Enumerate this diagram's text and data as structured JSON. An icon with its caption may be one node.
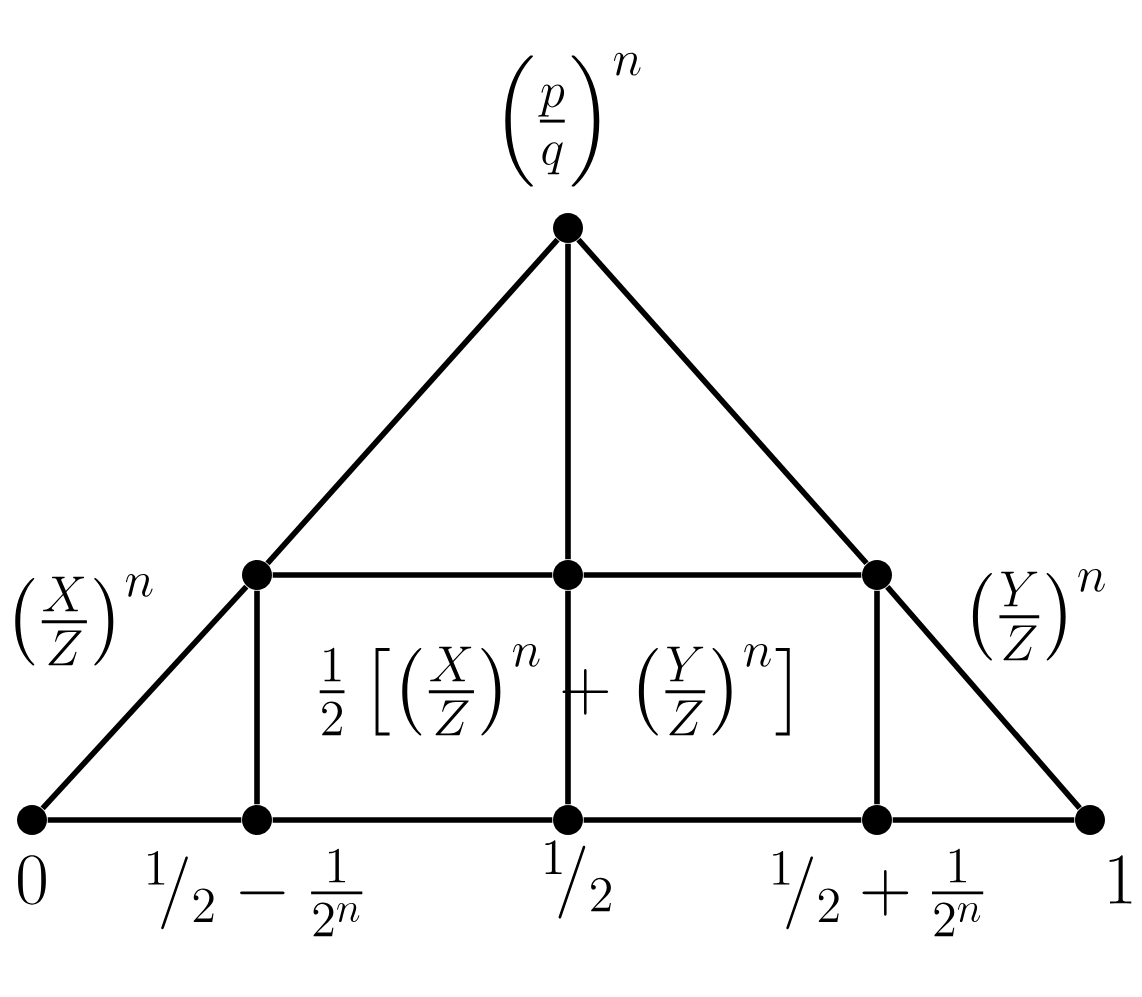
{
  "diagram": {
    "nodes": [
      {
        "text": [],
        "shape": "circle",
        "beside": [
          "\\left(\\frac{p}{q}\\right)^{n}"
        ]
      },
      {
        "text": [],
        "shape": "circle",
        "beside": [
          "\\left(\\frac{X}{Z}\\right)^{n}"
        ]
      },
      {
        "text": [],
        "shape": "circle",
        "beside": [
          "\\frac{1}{2}\\left[\\left(\\frac{X}{Z}\\right)^{n}+\\left(\\frac{Y}{Z}\\right)^{n}\\right]"
        ]
      },
      {
        "text": [],
        "shape": "circle",
        "beside": [
          "\\left(\\frac{Y}{Z}\\right)^{n}"
        ]
      },
      {
        "text": [],
        "shape": "circle",
        "beside": [
          "0"
        ]
      },
      {
        "text": [],
        "shape": "circle",
        "beside": [
          "{}^{1}\\!/_{2}-\\frac{1}{2^{n}}"
        ]
      },
      {
        "text": [],
        "shape": "circle",
        "beside": [
          "{}^{1}\\!/_{2}"
        ]
      },
      {
        "text": [],
        "shape": "circle",
        "beside": [
          "{}^{1}\\!/_{2}+\\frac{1}{2^{n}}"
        ]
      },
      {
        "text": [],
        "shape": "circle",
        "beside": [
          "1"
        ]
      }
    ],
    "edges": [
      {
        "from": 4,
        "to": 1,
        "arrow": "none"
      },
      {
        "from": 1,
        "to": 0,
        "arrow": "none"
      },
      {
        "from": 0,
        "to": 3,
        "arrow": "none"
      },
      {
        "from": 3,
        "to": 8,
        "arrow": "none"
      },
      {
        "from": 0,
        "to": 2,
        "arrow": "none"
      },
      {
        "from": 2,
        "to": 6,
        "arrow": "none"
      },
      {
        "from": 1,
        "to": 2,
        "arrow": "none"
      },
      {
        "from": 2,
        "to": 3,
        "arrow": "none"
      },
      {
        "from": 1,
        "to": 5,
        "arrow": "none"
      },
      {
        "from": 3,
        "to": 7,
        "arrow": "none"
      },
      {
        "from": 4,
        "to": 5,
        "arrow": "none"
      },
      {
        "from": 5,
        "to": 6,
        "arrow": "none"
      },
      {
        "from": 6,
        "to": 7,
        "arrow": "none"
      },
      {
        "from": 7,
        "to": 8,
        "arrow": "none"
      }
    ]
  }
}
